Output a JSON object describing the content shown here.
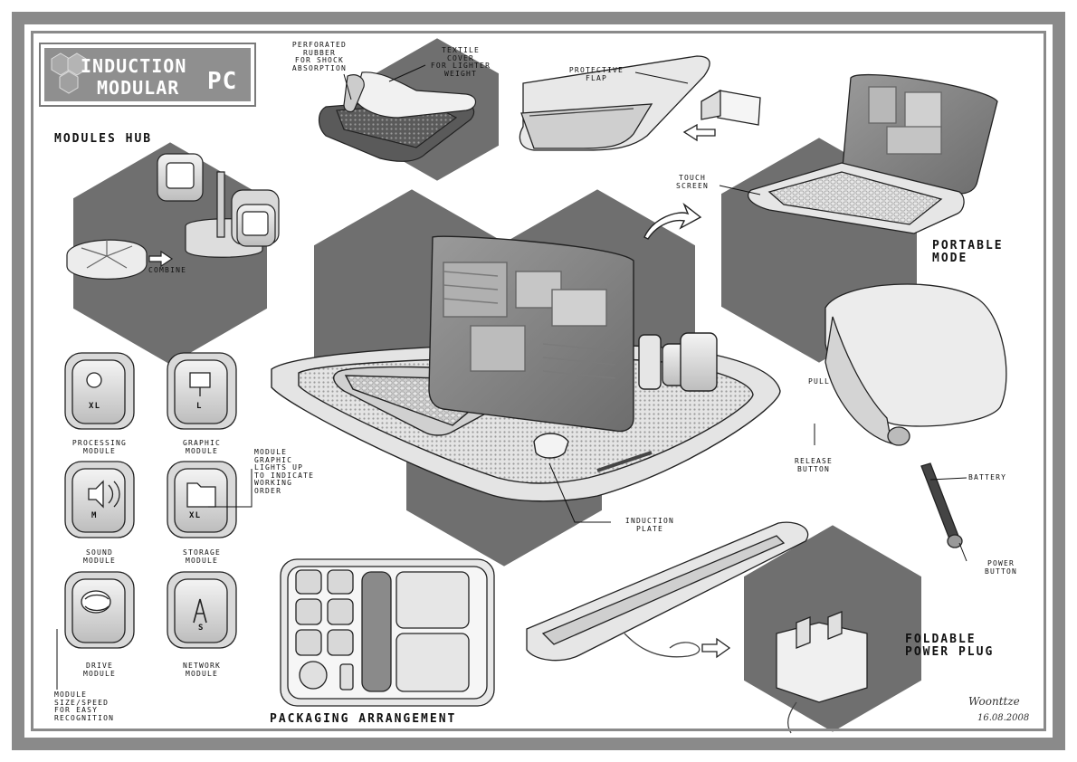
{
  "title": {
    "line1": "INDUCTION",
    "line2": "MODULAR",
    "suffix": "PC"
  },
  "headings": {
    "modules_hub": "MODULES HUB",
    "portable_mode": [
      "PORTABLE",
      "MODE"
    ],
    "packaging": "PACKAGING ARRANGEMENT",
    "power_plug": [
      "FOLDABLE",
      "POWER PLUG"
    ]
  },
  "callouts": {
    "perforated": [
      "PERFORATED",
      "RUBBER",
      "FOR SHOCK",
      "ABSORPTION"
    ],
    "textile": [
      "TEXTILE",
      "COVER",
      "FOR LIGHTER",
      "WEIGHT"
    ],
    "protective_flap": [
      "PROTECTIVE",
      "FLAP"
    ],
    "touch_screen": [
      "TOUCH",
      "SCREEN"
    ],
    "combine": "COMBINE",
    "pull": "PULL",
    "release_button": [
      "RELEASE",
      "BUTTON"
    ],
    "battery": "BATTERY",
    "power_button": [
      "POWER",
      "BUTTON"
    ],
    "induction_plate": [
      "INDUCTION",
      "PLATE"
    ],
    "graphic_lights": [
      "MODULE",
      "GRAPHIC",
      "LIGHTS UP",
      "TO INDICATE",
      "WORKING",
      "ORDER"
    ],
    "size_speed": [
      "MODULE",
      "SIZE/SPEED",
      "FOR EASY",
      "RECOGNITION"
    ]
  },
  "modules": [
    {
      "name": [
        "PROCESSING",
        "MODULE"
      ],
      "size": "XL",
      "icon": "processor-icon"
    },
    {
      "name": [
        "GRAPHIC",
        "MODULE"
      ],
      "size": "L",
      "icon": "monitor-icon"
    },
    {
      "name": [
        "SOUND",
        "MODULE"
      ],
      "size": "M",
      "icon": "speaker-icon"
    },
    {
      "name": [
        "STORAGE",
        "MODULE"
      ],
      "size": "XL",
      "icon": "folder-icon"
    },
    {
      "name": [
        "DRIVE",
        "MODULE"
      ],
      "size": "",
      "icon": "disc-drive-icon"
    },
    {
      "name": [
        "NETWORK",
        "MODULE"
      ],
      "size": "S",
      "icon": "antenna-icon"
    }
  ],
  "signature": {
    "name": "Woonttze",
    "date": "16.08.2008"
  },
  "colors": {
    "hex_fill": "#6f6f6f",
    "frame": "#8a8a8a",
    "title_bg": "#8f8f8f",
    "ink": "#111111"
  }
}
